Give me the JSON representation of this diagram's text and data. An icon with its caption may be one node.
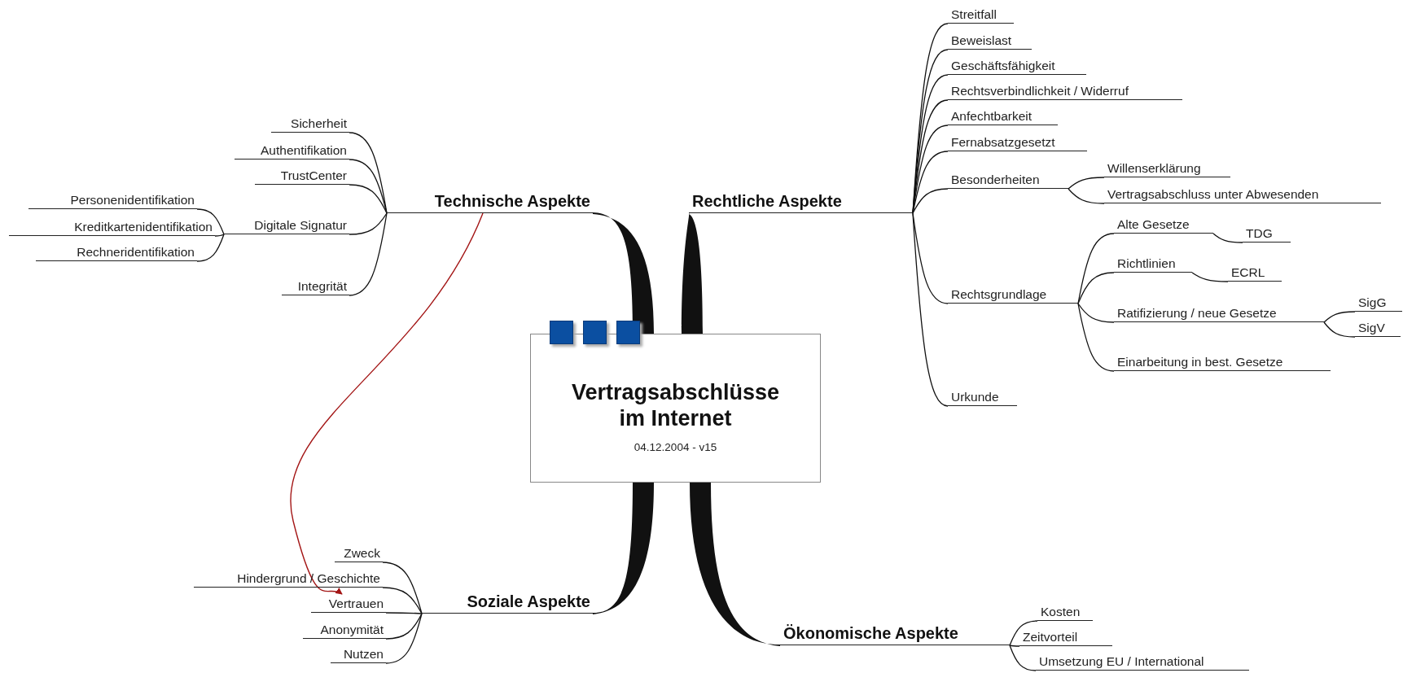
{
  "diagram": {
    "nodes": [
      {
        "text": [
          "Vertragsabschlüsse im Internet",
          "04.12.2004 - v15"
        ]
      },
      {
        "text": [
          "Technische Aspekte"
        ]
      },
      {
        "text": [
          "Sicherheit"
        ]
      },
      {
        "text": [
          "Authentifikation"
        ]
      },
      {
        "text": [
          "TrustCenter"
        ]
      },
      {
        "text": [
          "Digitale Signatur"
        ]
      },
      {
        "text": [
          "Personenidentifikation"
        ]
      },
      {
        "text": [
          "Kreditkartenidentifikation"
        ]
      },
      {
        "text": [
          "Rechneridentifikation"
        ]
      },
      {
        "text": [
          "Integrität"
        ]
      },
      {
        "text": [
          "Rechtliche Aspekte"
        ]
      },
      {
        "text": [
          "Streitfall"
        ]
      },
      {
        "text": [
          "Beweislast"
        ]
      },
      {
        "text": [
          "Geschäftsfähigkeit"
        ]
      },
      {
        "text": [
          "Rechtsverbindlichkeit / Widerruf"
        ]
      },
      {
        "text": [
          "Anfechtbarkeit"
        ]
      },
      {
        "text": [
          "Fernabsatzgesetzt"
        ]
      },
      {
        "text": [
          "Besonderheiten"
        ]
      },
      {
        "text": [
          "Willenserklärung"
        ]
      },
      {
        "text": [
          "Vertragsabschluss unter Abwesenden"
        ]
      },
      {
        "text": [
          "Rechtsgrundlage"
        ]
      },
      {
        "text": [
          "Alte Gesetze"
        ]
      },
      {
        "text": [
          "TDG"
        ]
      },
      {
        "text": [
          "Richtlinien"
        ]
      },
      {
        "text": [
          "ECRL"
        ]
      },
      {
        "text": [
          "Ratifizierung / neue Gesetze"
        ]
      },
      {
        "text": [
          "SigG"
        ]
      },
      {
        "text": [
          "SigV"
        ]
      },
      {
        "text": [
          "Einarbeitung in best. Gesetze"
        ]
      },
      {
        "text": [
          "Urkunde"
        ]
      },
      {
        "text": [
          "Soziale Aspekte"
        ]
      },
      {
        "text": [
          "Zweck"
        ]
      },
      {
        "text": [
          "Hindergrund / Geschichte"
        ]
      },
      {
        "text": [
          "Vertrauen"
        ]
      },
      {
        "text": [
          "Anonymität"
        ]
      },
      {
        "text": [
          "Nutzen"
        ]
      },
      {
        "text": [
          "Ökonomische Aspekte"
        ]
      },
      {
        "text": [
          "Kosten"
        ]
      },
      {
        "text": [
          "Zeitvorteil"
        ]
      },
      {
        "text": [
          "Umsetzung EU / International"
        ]
      }
    ],
    "edges": [
      {
        "from": 0,
        "to": 1,
        "arrow": "none",
        "style": "thick"
      },
      {
        "from": 1,
        "to": 2,
        "arrow": "none"
      },
      {
        "from": 1,
        "to": 3,
        "arrow": "none"
      },
      {
        "from": 1,
        "to": 4,
        "arrow": "none"
      },
      {
        "from": 1,
        "to": 5,
        "arrow": "none"
      },
      {
        "from": 5,
        "to": 6,
        "arrow": "none"
      },
      {
        "from": 5,
        "to": 7,
        "arrow": "none"
      },
      {
        "from": 5,
        "to": 8,
        "arrow": "none"
      },
      {
        "from": 1,
        "to": 9,
        "arrow": "none"
      },
      {
        "from": 0,
        "to": 10,
        "arrow": "none",
        "style": "thick"
      },
      {
        "from": 10,
        "to": 11,
        "arrow": "none"
      },
      {
        "from": 10,
        "to": 12,
        "arrow": "none"
      },
      {
        "from": 10,
        "to": 13,
        "arrow": "none"
      },
      {
        "from": 10,
        "to": 14,
        "arrow": "none"
      },
      {
        "from": 10,
        "to": 15,
        "arrow": "none"
      },
      {
        "from": 10,
        "to": 16,
        "arrow": "none"
      },
      {
        "from": 10,
        "to": 17,
        "arrow": "none"
      },
      {
        "from": 17,
        "to": 18,
        "arrow": "none"
      },
      {
        "from": 17,
        "to": 19,
        "arrow": "none"
      },
      {
        "from": 10,
        "to": 20,
        "arrow": "none"
      },
      {
        "from": 20,
        "to": 21,
        "arrow": "none"
      },
      {
        "from": 21,
        "to": 22,
        "arrow": "none"
      },
      {
        "from": 20,
        "to": 23,
        "arrow": "none"
      },
      {
        "from": 23,
        "to": 24,
        "arrow": "none"
      },
      {
        "from": 20,
        "to": 25,
        "arrow": "none"
      },
      {
        "from": 25,
        "to": 26,
        "arrow": "none"
      },
      {
        "from": 25,
        "to": 27,
        "arrow": "none"
      },
      {
        "from": 20,
        "to": 28,
        "arrow": "none"
      },
      {
        "from": 10,
        "to": 29,
        "arrow": "none"
      },
      {
        "from": 0,
        "to": 30,
        "arrow": "none",
        "style": "thick"
      },
      {
        "from": 30,
        "to": 31,
        "arrow": "none"
      },
      {
        "from": 30,
        "to": 32,
        "arrow": "none"
      },
      {
        "from": 30,
        "to": 33,
        "arrow": "none"
      },
      {
        "from": 30,
        "to": 34,
        "arrow": "none"
      },
      {
        "from": 30,
        "to": 35,
        "arrow": "none"
      },
      {
        "from": 0,
        "to": 36,
        "arrow": "none",
        "style": "thick"
      },
      {
        "from": 36,
        "to": 37,
        "arrow": "none"
      },
      {
        "from": 36,
        "to": 38,
        "arrow": "none"
      },
      {
        "from": 36,
        "to": 39,
        "arrow": "none"
      },
      {
        "from": 1,
        "to": 33,
        "arrow": "to",
        "color": "#a31515"
      }
    ]
  }
}
